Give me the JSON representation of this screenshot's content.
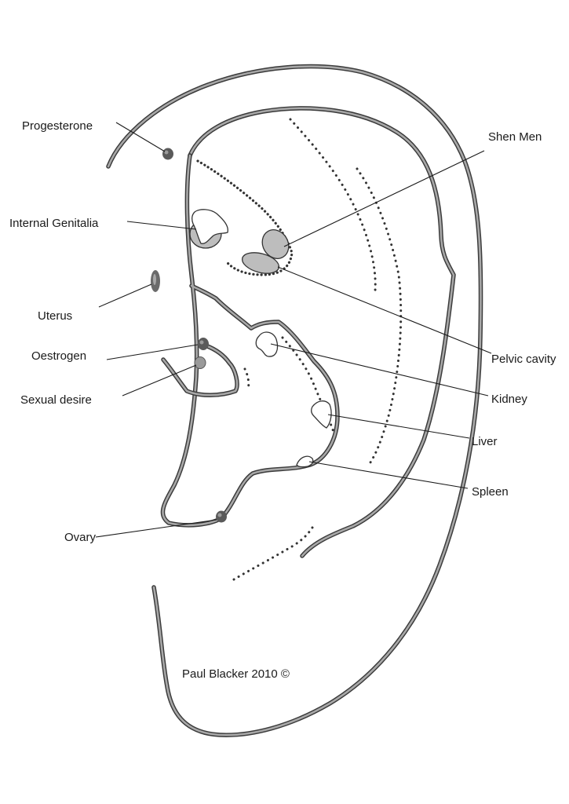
{
  "labels": {
    "progesterone": "Progesterone",
    "internal_genitalia": "Internal Genitalia",
    "uterus": "Uterus",
    "oestrogen": "Oestrogen",
    "sexual_desire": "Sexual desire",
    "ovary": "Ovary",
    "shen_men": "Shen Men",
    "pelvic_cavity": "Pelvic cavity",
    "kidney": "Kidney",
    "liver": "Liver",
    "spleen": "Spleen"
  },
  "credit": "Paul Blacker 2010 ©",
  "colors": {
    "outline": "#3a3a3a",
    "organ_fill": "#bdbdbd",
    "text": "#1a1a1a"
  }
}
